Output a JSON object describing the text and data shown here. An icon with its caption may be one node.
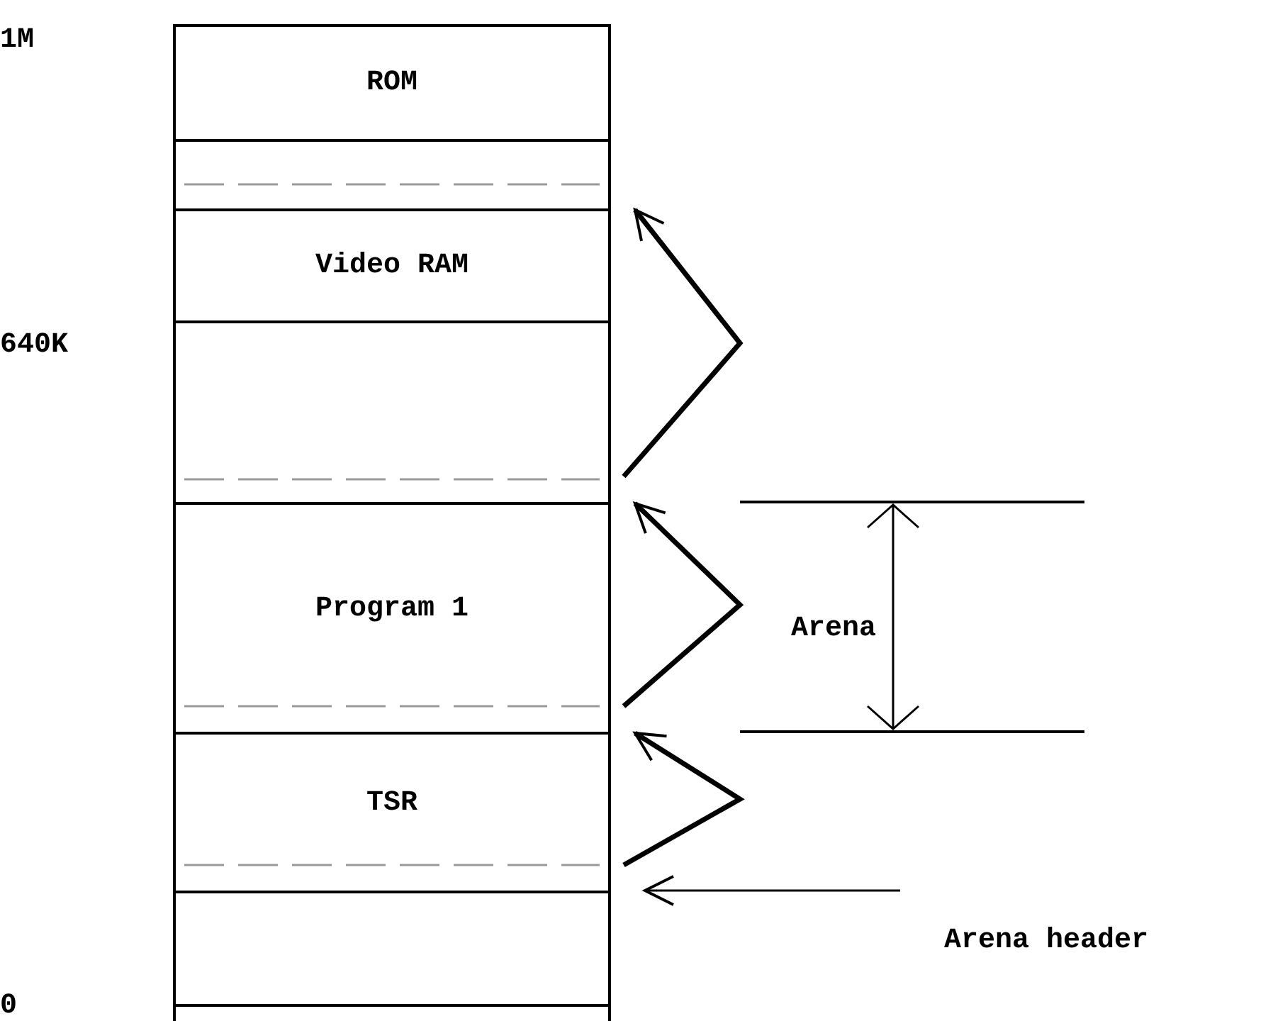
{
  "diagram": {
    "nodes": [
      {
        "text": [
          "ROM"
        ]
      },
      {
        "text": [],
        "shape": "box"
      },
      {
        "text": [
          "Video RAM"
        ]
      },
      {
        "text": [],
        "shape": "box"
      },
      {
        "text": [
          "Program 1"
        ]
      },
      {
        "text": [
          "TSR"
        ]
      },
      {
        "text": [],
        "shape": "box"
      },
      {
        "text": [
          "Arena header"
        ]
      }
    ],
    "edges": [
      {
        "from": 5,
        "to": 4,
        "arrow": "to"
      },
      {
        "from": 4,
        "to": 3,
        "arrow": "to"
      },
      {
        "from": 3,
        "to": 1,
        "arrow": "to"
      },
      {
        "from": 7,
        "to": 6,
        "arrow": "to"
      }
    ],
    "labels": [
      "1M",
      "640K",
      "0",
      "Arena"
    ]
  }
}
